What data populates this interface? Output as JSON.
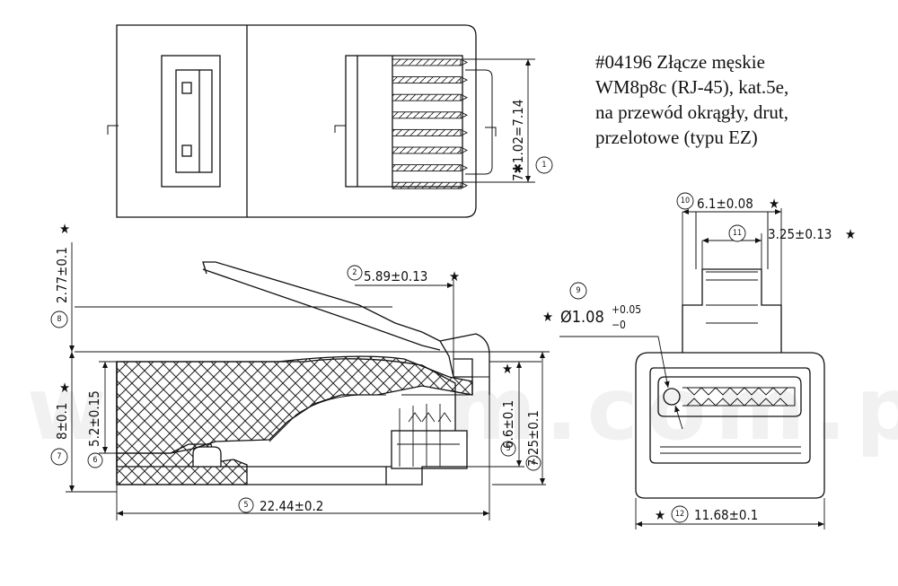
{
  "title": {
    "lines": [
      "#04196 Złącze męskie",
      "WM8p8c (RJ-45), kat.5e,",
      "na przewód okrągły, drut,",
      "przelotowe (typu EZ)"
    ]
  },
  "watermark": "www.atm.com.pl",
  "dimensions": {
    "d1": {
      "num": "1",
      "text": "7✱1.02=7.14"
    },
    "d2": {
      "num": "2",
      "text": "5.89±0.13"
    },
    "d3": {
      "num": "3",
      "text": "6.6±0.1"
    },
    "d4": {
      "num": "4",
      "text": "7.25±0.1"
    },
    "d5": {
      "num": "5",
      "text": "22.44±0.2"
    },
    "d6": {
      "num": "6",
      "text": "5.2±0.15"
    },
    "d7": {
      "num": "7",
      "text": "8±0.1"
    },
    "d8": {
      "num": "8",
      "text": "2.77±0.1"
    },
    "d9": {
      "num": "9",
      "text": "Ø1.08",
      "tol_plus": "+0.05",
      "tol_minus": "−0"
    },
    "d10": {
      "num": "10",
      "text": "6.1±0.08"
    },
    "d11": {
      "num": "11",
      "text": "3.25±0.13"
    },
    "d12": {
      "num": "12",
      "text": "11.68±0.1"
    }
  },
  "star_symbol": "★"
}
